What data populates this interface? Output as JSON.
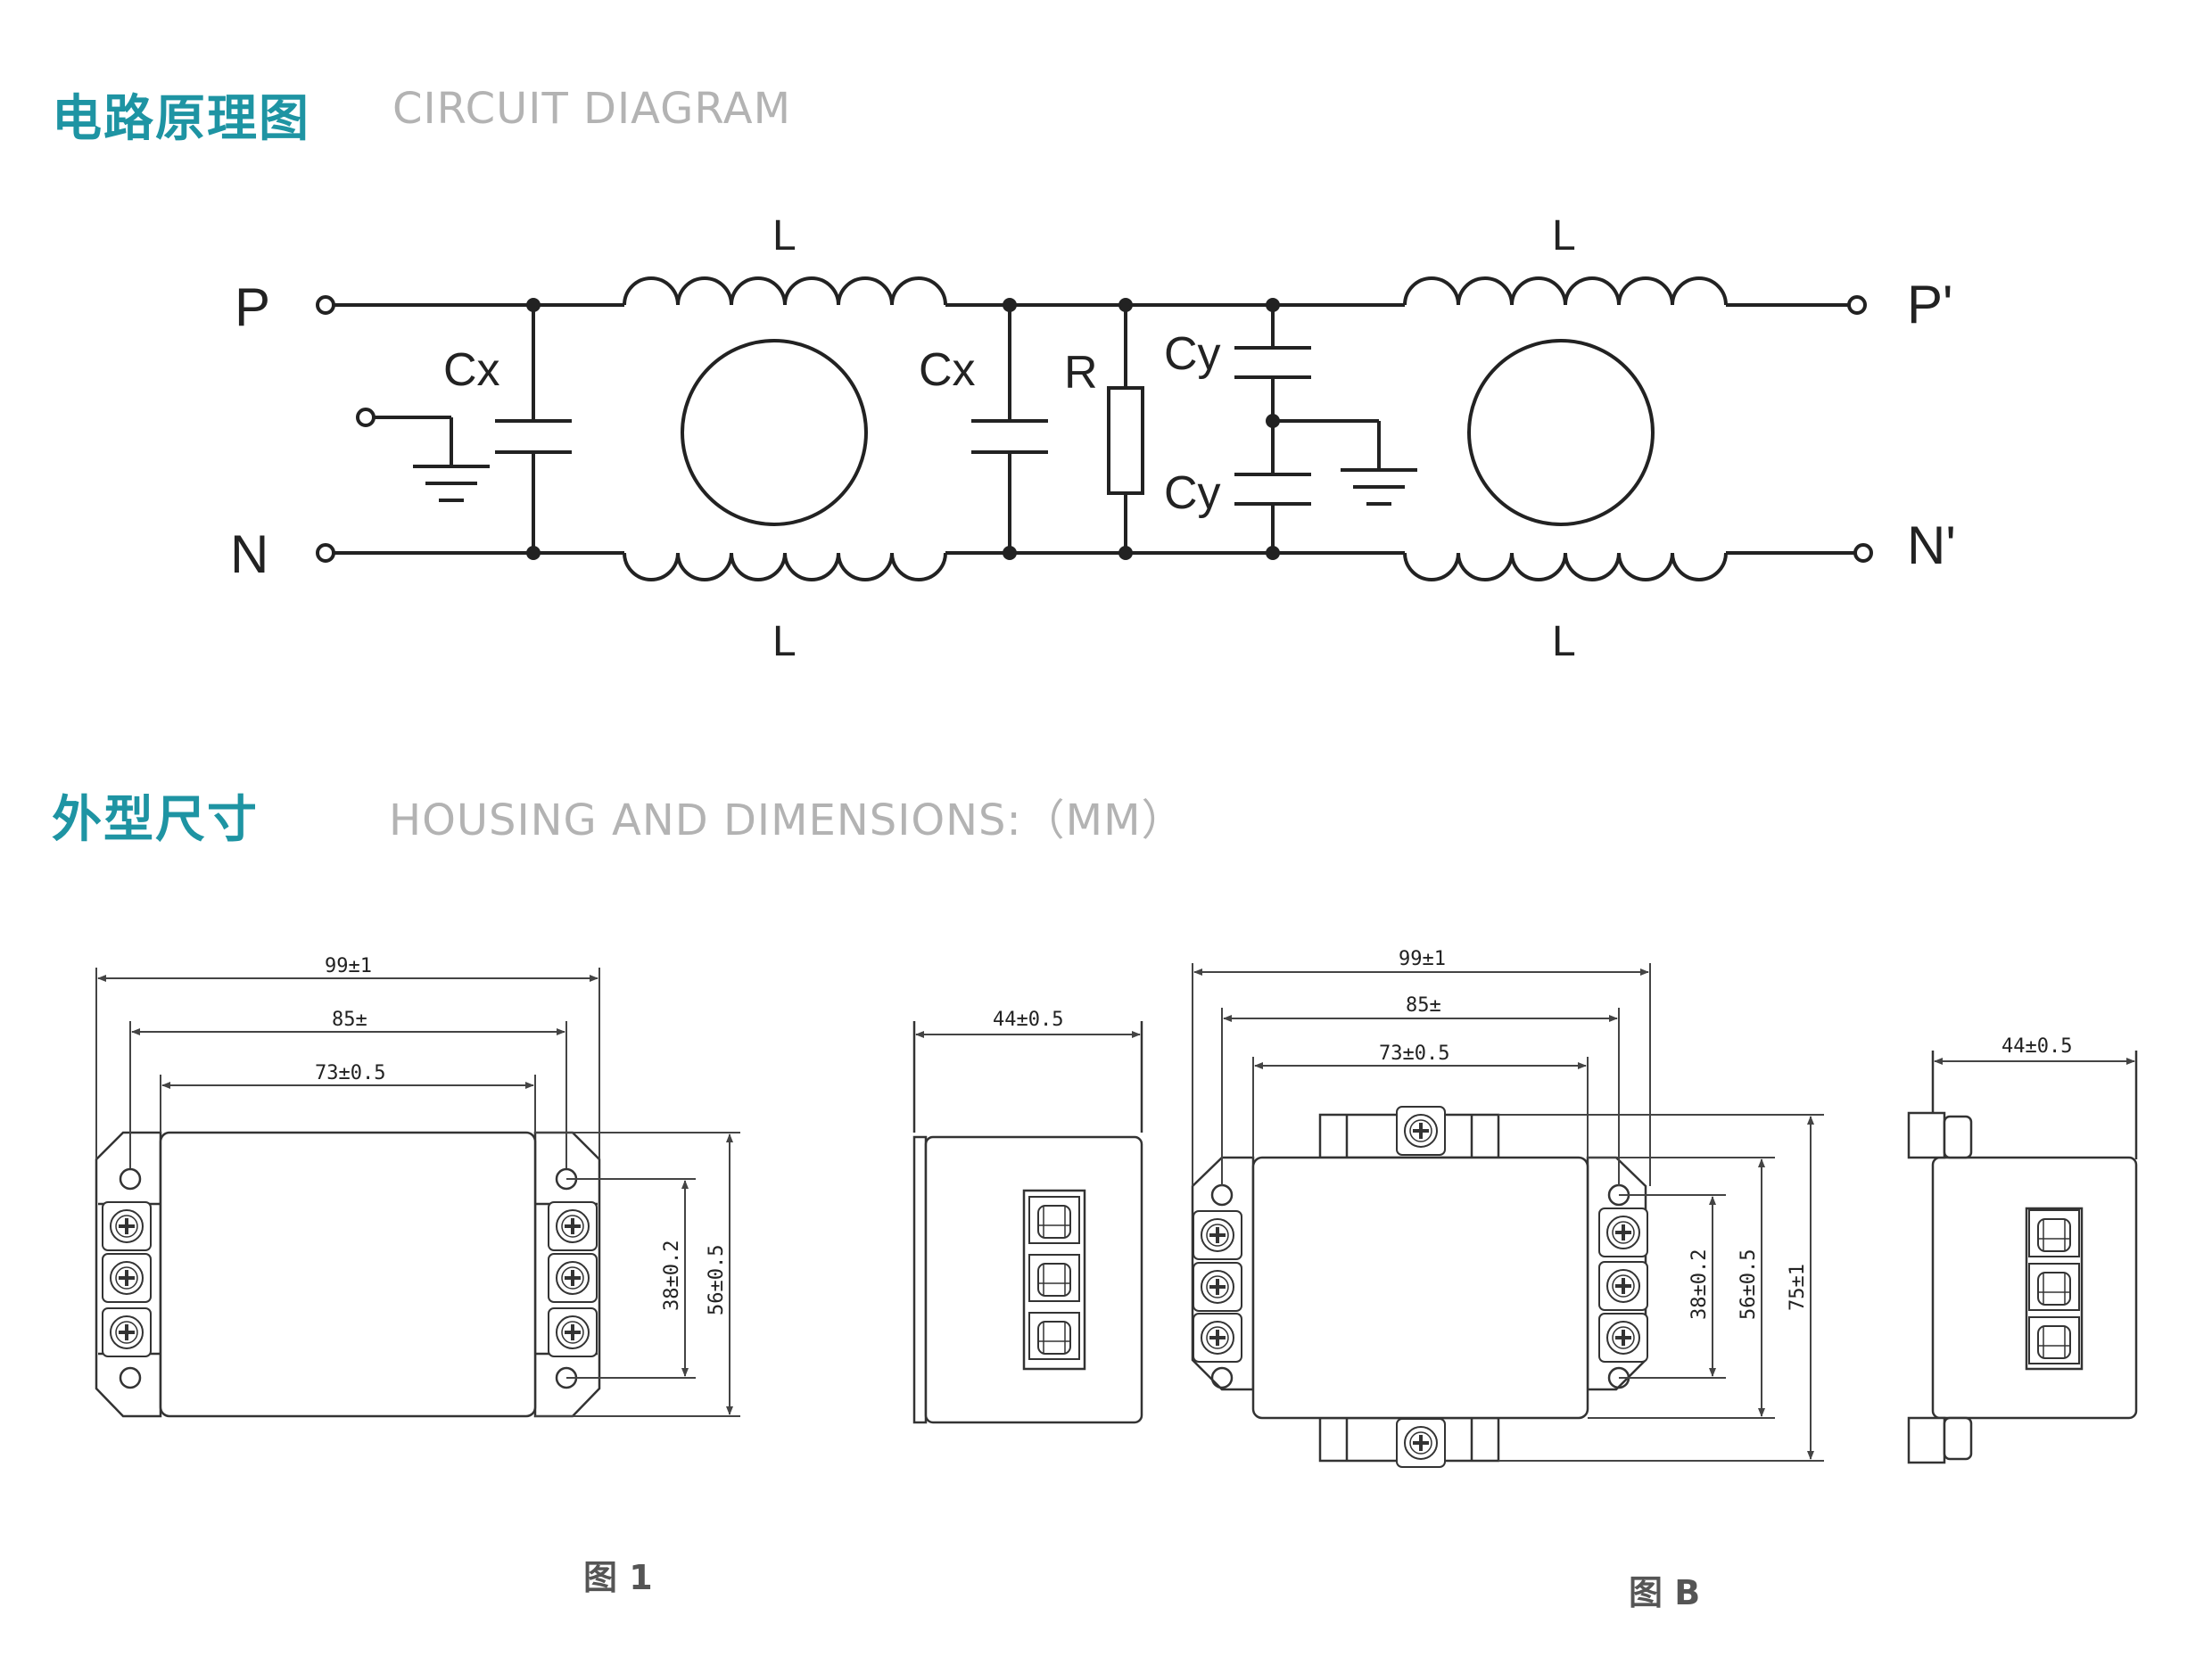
{
  "sections": {
    "circuit": {
      "title_cn": "电路原理图",
      "title_en": "CIRCUIT DIAGRAM"
    },
    "housing": {
      "title_cn": "外型尺寸",
      "title_en": "HOUSING AND DIMENSIONS:（MM）"
    }
  },
  "circuit": {
    "terminals": {
      "p_in": "P",
      "n_in": "N",
      "p_out": "P'",
      "n_out": "N'"
    },
    "components": {
      "inductor_top_left": "L",
      "inductor_bottom_left": "L",
      "inductor_top_right": "L",
      "inductor_bottom_right": "L",
      "cx_left": "Cx",
      "cx_mid": "Cx",
      "resistor": "R",
      "cy_top": "Cy",
      "cy_bottom": "Cy"
    }
  },
  "fig1": {
    "dim_width_total": "99±1",
    "dim_width_mount": "85±",
    "dim_width_body": "73±0.5",
    "dim_height_terminal": "38±0.2",
    "dim_height_body": "56±0.5",
    "side_depth": "44±0.5",
    "caption": "图 1"
  },
  "figB": {
    "dim_width_total": "99±1",
    "dim_width_mount": "85±",
    "dim_width_body": "73±0.5",
    "dim_height_terminal": "38±0.2",
    "dim_height_body": "56±0.5",
    "dim_height_total": "75±1",
    "side_depth": "44±0.5",
    "caption": "图 B"
  },
  "colors": {
    "heading_cn": "#1e94a3",
    "heading_en": "#b3b3b3",
    "line": "#222222",
    "dim_line": "#444444"
  }
}
